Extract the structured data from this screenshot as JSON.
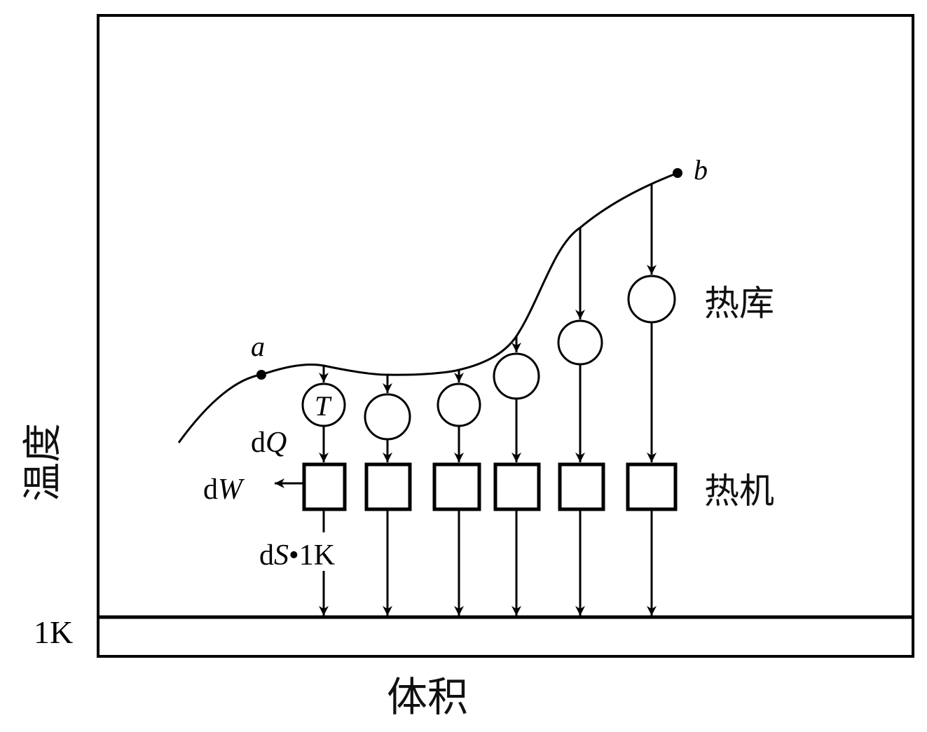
{
  "labels": {
    "point_a": "a",
    "point_b": "b",
    "reservoir_temp": "T",
    "heat_in": "dQ",
    "heat_in_d": "d",
    "heat_in_var": "Q",
    "work_d": "d",
    "work_var": "W",
    "entropy_d": "d",
    "entropy_var": "S",
    "entropy_rest": "•1K",
    "reservoir_label": "热库",
    "engine_label": "热机",
    "y_axis": "温度",
    "x_axis": "体积",
    "base_temp": "1K"
  },
  "engine_count": 6
}
